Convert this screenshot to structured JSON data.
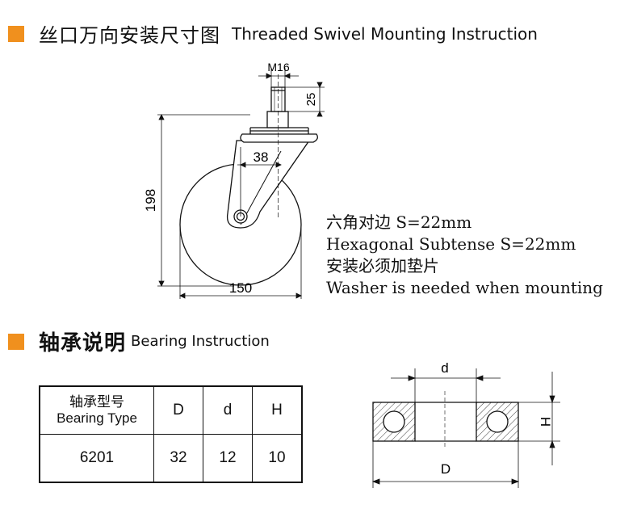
{
  "section1": {
    "title_cn": "丝口万向安装尺寸图",
    "title_en": "Threaded Swivel Mounting Instruction"
  },
  "caster_dims": {
    "thread": "M16",
    "stem_length": "25",
    "offset": "38",
    "height": "198",
    "wheel_diameter": "150"
  },
  "notes": {
    "line1": "六角对边 S=22mm",
    "line2": "Hexagonal Subtense S=22mm",
    "line3": "安装必须加垫片",
    "line4": "Washer is needed when mounting"
  },
  "section2": {
    "title_cn": "轴承说明",
    "title_en": "Bearing Instruction"
  },
  "bearing_table": {
    "header_cn": "轴承型号",
    "header_en": "Bearing Type",
    "columns": [
      "D",
      "d",
      "H"
    ],
    "row": {
      "type": "6201",
      "D": "32",
      "d": "12",
      "H": "10"
    }
  },
  "bearing_dims": {
    "d": "d",
    "H": "H",
    "D": "D"
  },
  "colors": {
    "accent": "#f0901e"
  }
}
